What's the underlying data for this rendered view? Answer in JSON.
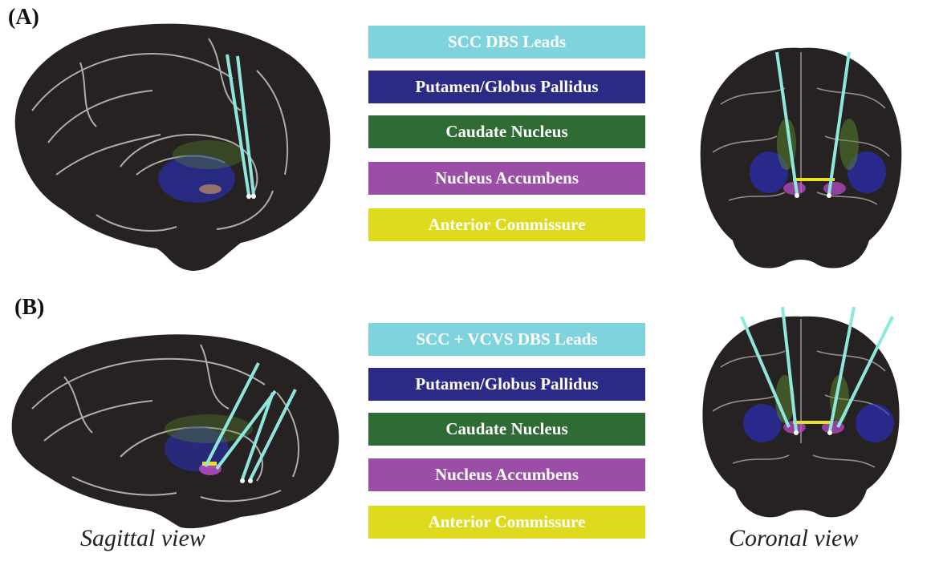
{
  "panels": [
    {
      "label": "(A)",
      "legend": [
        {
          "text": "SCC DBS Leads",
          "color": "#7fd3dc"
        },
        {
          "text": "Putamen/Globus Pallidus",
          "color": "#2b2a84"
        },
        {
          "text": "Caudate Nucleus",
          "color": "#2e6b35"
        },
        {
          "text": "Nucleus Accumbens",
          "color": "#9a4ea5"
        },
        {
          "text": "Anterior Commissure",
          "color": "#dedb1f"
        }
      ]
    },
    {
      "label": "(B)",
      "legend": [
        {
          "text": "SCC  + VCVS DBS Leads",
          "color": "#7fd3dc"
        },
        {
          "text": "Putamen/Globus Pallidus",
          "color": "#2b2a84"
        },
        {
          "text": "Caudate Nucleus",
          "color": "#2e6b35"
        },
        {
          "text": "Nucleus Accumbens",
          "color": "#9a4ea5"
        },
        {
          "text": "Anterior Commissure",
          "color": "#dedb1f"
        }
      ]
    }
  ],
  "captions": {
    "sagittal": "Sagittal view",
    "coronal": "Coronal view"
  },
  "colors": {
    "brain_fill": "#262222",
    "brain_gyri": "#cfcfcf",
    "lead": "#8fe6dd",
    "putamen": "#2a2fd0",
    "caudate": "#5c8a2a",
    "accumbens": "#c050d0",
    "commissure": "#e8e020"
  }
}
